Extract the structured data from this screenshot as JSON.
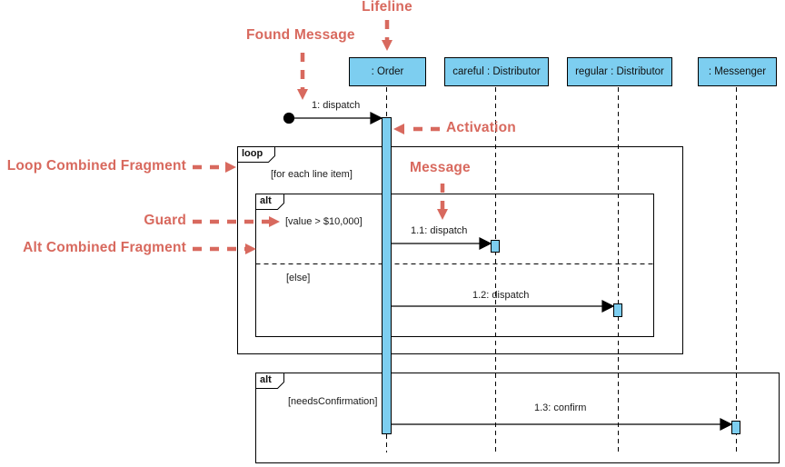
{
  "colors": {
    "annotation": "#D8695E",
    "lifeline_fill": "#7DCEF0",
    "border": "#000000"
  },
  "annotations": {
    "lifeline": "Lifeline",
    "found_message": "Found Message",
    "activation": "Activation",
    "message": "Message",
    "loop_fragment": "Loop Combined Fragment",
    "guard": "Guard",
    "alt_fragment": "Alt Combined Fragment"
  },
  "lifelines": [
    {
      "label": ": Order"
    },
    {
      "label": "careful : Distributor"
    },
    {
      "label": "regular : Distributor"
    },
    {
      "label": ": Messenger"
    }
  ],
  "fragments": {
    "loop": {
      "operator": "loop",
      "guard": "[for each line item]"
    },
    "alt_inner": {
      "operator": "alt",
      "guard_if": "[value > $10,000]",
      "guard_else": "[else]"
    },
    "alt_bottom": {
      "operator": "alt",
      "guard": "[needsConfirmation]"
    }
  },
  "messages": [
    {
      "label": "1: dispatch"
    },
    {
      "label": "1.1: dispatch"
    },
    {
      "label": "1.2: dispatch"
    },
    {
      "label": "1.3: confirm"
    }
  ]
}
